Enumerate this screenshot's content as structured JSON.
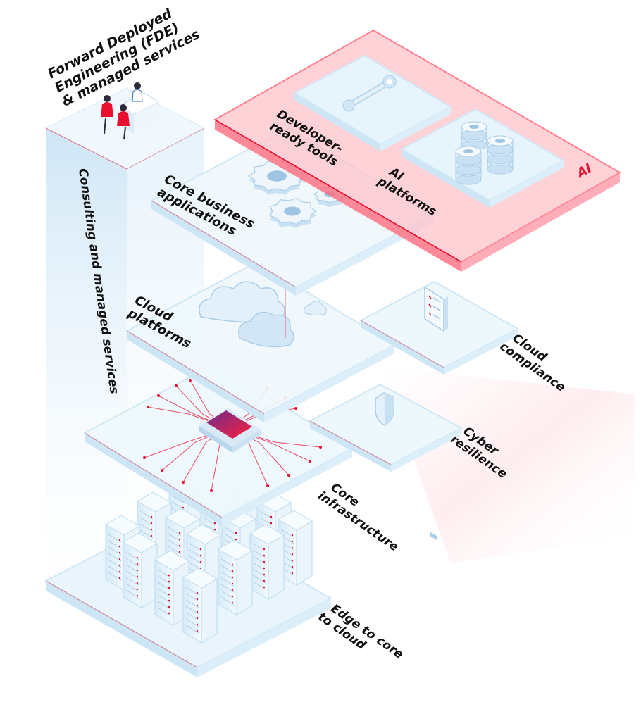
{
  "labels": {
    "fde": [
      "Forward Deployed",
      "Engineering (FDE)",
      "& managed services"
    ],
    "consulting": "Consulting and managed services",
    "developer_tools": [
      "Developer-",
      "ready tools"
    ],
    "ai_platforms": [
      "AI",
      "platforms"
    ],
    "ai_badge": "AI",
    "core_business": [
      "Core business",
      "applications"
    ],
    "cloud_platforms": [
      "Cloud",
      "platforms"
    ],
    "cloud_compliance": [
      "Cloud",
      "compliance"
    ],
    "cyber_resilience": [
      "Cyber",
      "resilience"
    ],
    "core_infrastructure": [
      "Core",
      "infrastructure"
    ],
    "edge_to_cloud": [
      "Edge to core",
      "to cloud"
    ]
  },
  "colors": {
    "accent_red": "#e8102e",
    "ai_panel": "#ffb3bd",
    "glass_top": "#eaf5fc",
    "glass_side": "#c4e1f4",
    "outline": "#cfe7f6",
    "chip_start": "#6a2d8c",
    "chip_end": "#ff1f3d",
    "text": "#111111"
  },
  "icons": {
    "wrench": "wrench-icon",
    "database": "database-icon",
    "gears": "gears-icon",
    "clouds": "cloud-icon",
    "clipboard": "clipboard-icon",
    "shield": "shield-icon",
    "chip": "chip-icon",
    "servers": "server-rack-icon",
    "people": "people-meeting-icon"
  }
}
